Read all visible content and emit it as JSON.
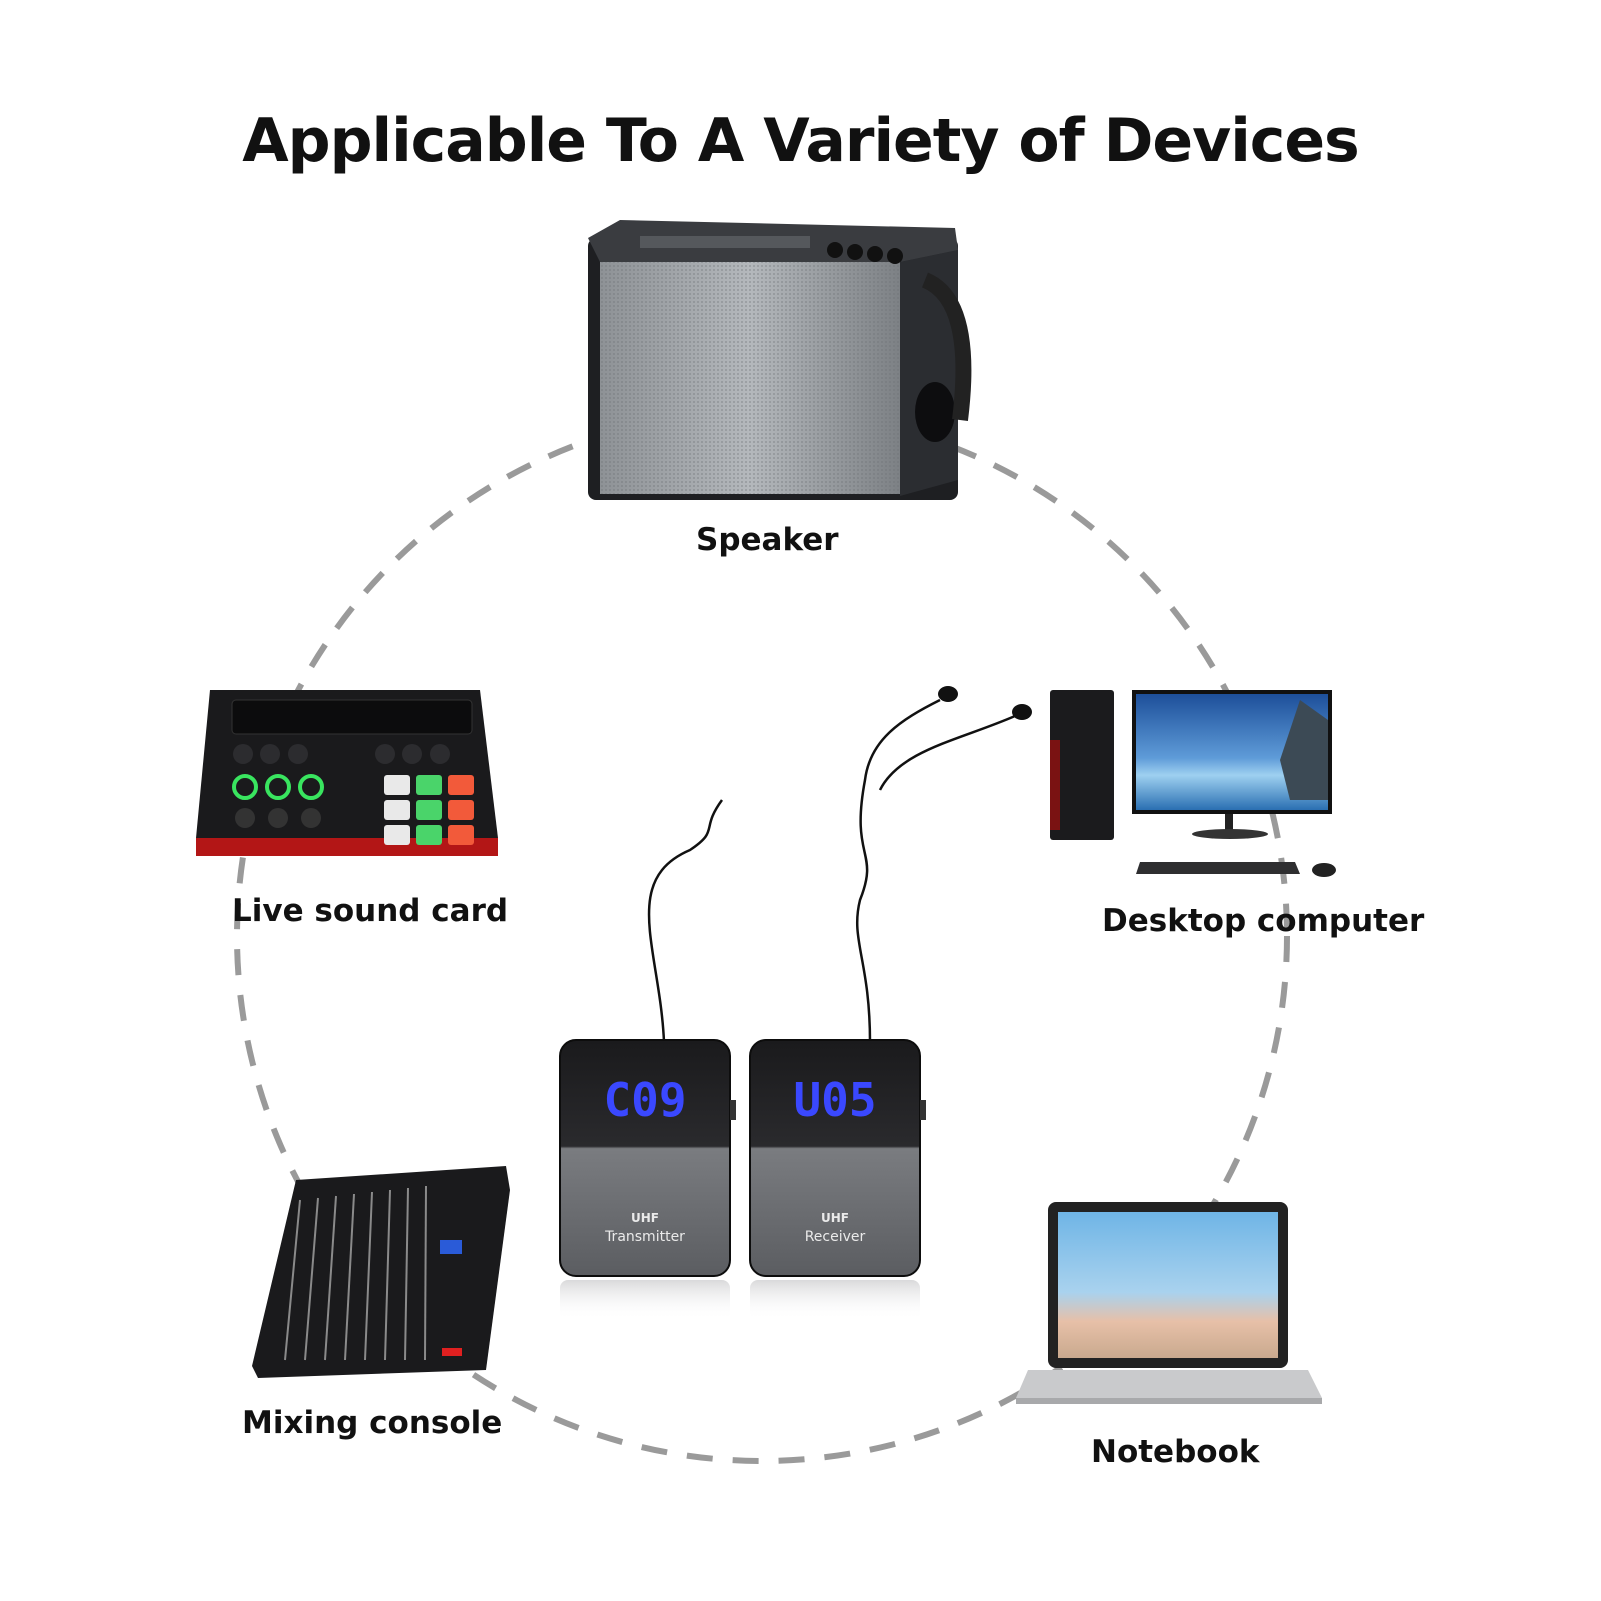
{
  "title": "Applicable To A Variety of Devices",
  "devices": [
    {
      "id": "speaker",
      "label": "Speaker"
    },
    {
      "id": "live-sound-card",
      "label": "Live sound card"
    },
    {
      "id": "desktop-computer",
      "label": "Desktop computer"
    },
    {
      "id": "mixing-console",
      "label": "Mixing console"
    },
    {
      "id": "notebook",
      "label": "Notebook"
    }
  ],
  "transmitter": {
    "display": "C09",
    "brand": "UHF",
    "name": "Transmitter"
  },
  "receiver": {
    "display": "U05",
    "brand": "UHF",
    "name": "Receiver"
  },
  "colors": {
    "display_blue": "#3a48ff",
    "sound_card_red": "#b31616",
    "ring_gray": "#9a9a9a"
  }
}
